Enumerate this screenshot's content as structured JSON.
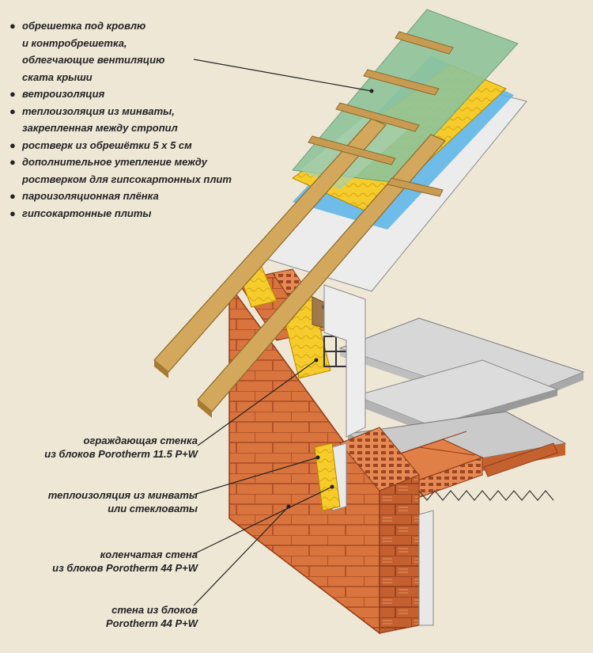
{
  "legend_top": [
    {
      "lines": [
        "обрешетка под кровлю",
        "и контробрешетка,",
        "облегчающие вентиляцию",
        "ската крыши"
      ]
    },
    {
      "lines": [
        "ветроизоляция"
      ]
    },
    {
      "lines": [
        "теплоизоляция из минваты,",
        "закрепленная между стропил"
      ]
    },
    {
      "lines": [
        "ростверк из обрешётки 5 х 5 см"
      ]
    },
    {
      "lines": [
        "дополнительное утепление между",
        "ростверком для гипсокартонных плит"
      ]
    },
    {
      "lines": [
        "пароизоляционная плёнка"
      ]
    },
    {
      "lines": [
        "гипсокартонные плиты"
      ]
    }
  ],
  "bullet": "●",
  "labels_bottom": [
    {
      "lines": [
        "ограждающая стенка",
        "из блоков Porotherm 11.5 P+W"
      ]
    },
    {
      "lines": [
        "теплоизоляция из минваты",
        "или стекловаты"
      ]
    },
    {
      "lines": [
        "коленчатая стена",
        "из блоков Porotherm 44 P+W"
      ]
    },
    {
      "lines": [
        "стена из блоков",
        "Porotherm 44 P+W"
      ]
    }
  ],
  "colors": {
    "background": "#efe7d6",
    "brick": "#d9743e",
    "brick_dark": "#b5552a",
    "wood": "#c99b52",
    "insulation": "#f2c21a",
    "wind_barrier": "#8fc49a",
    "vapor_film": "#58b4e6",
    "drywall": "#e6e6e6",
    "concrete": "#bdbdbd"
  }
}
